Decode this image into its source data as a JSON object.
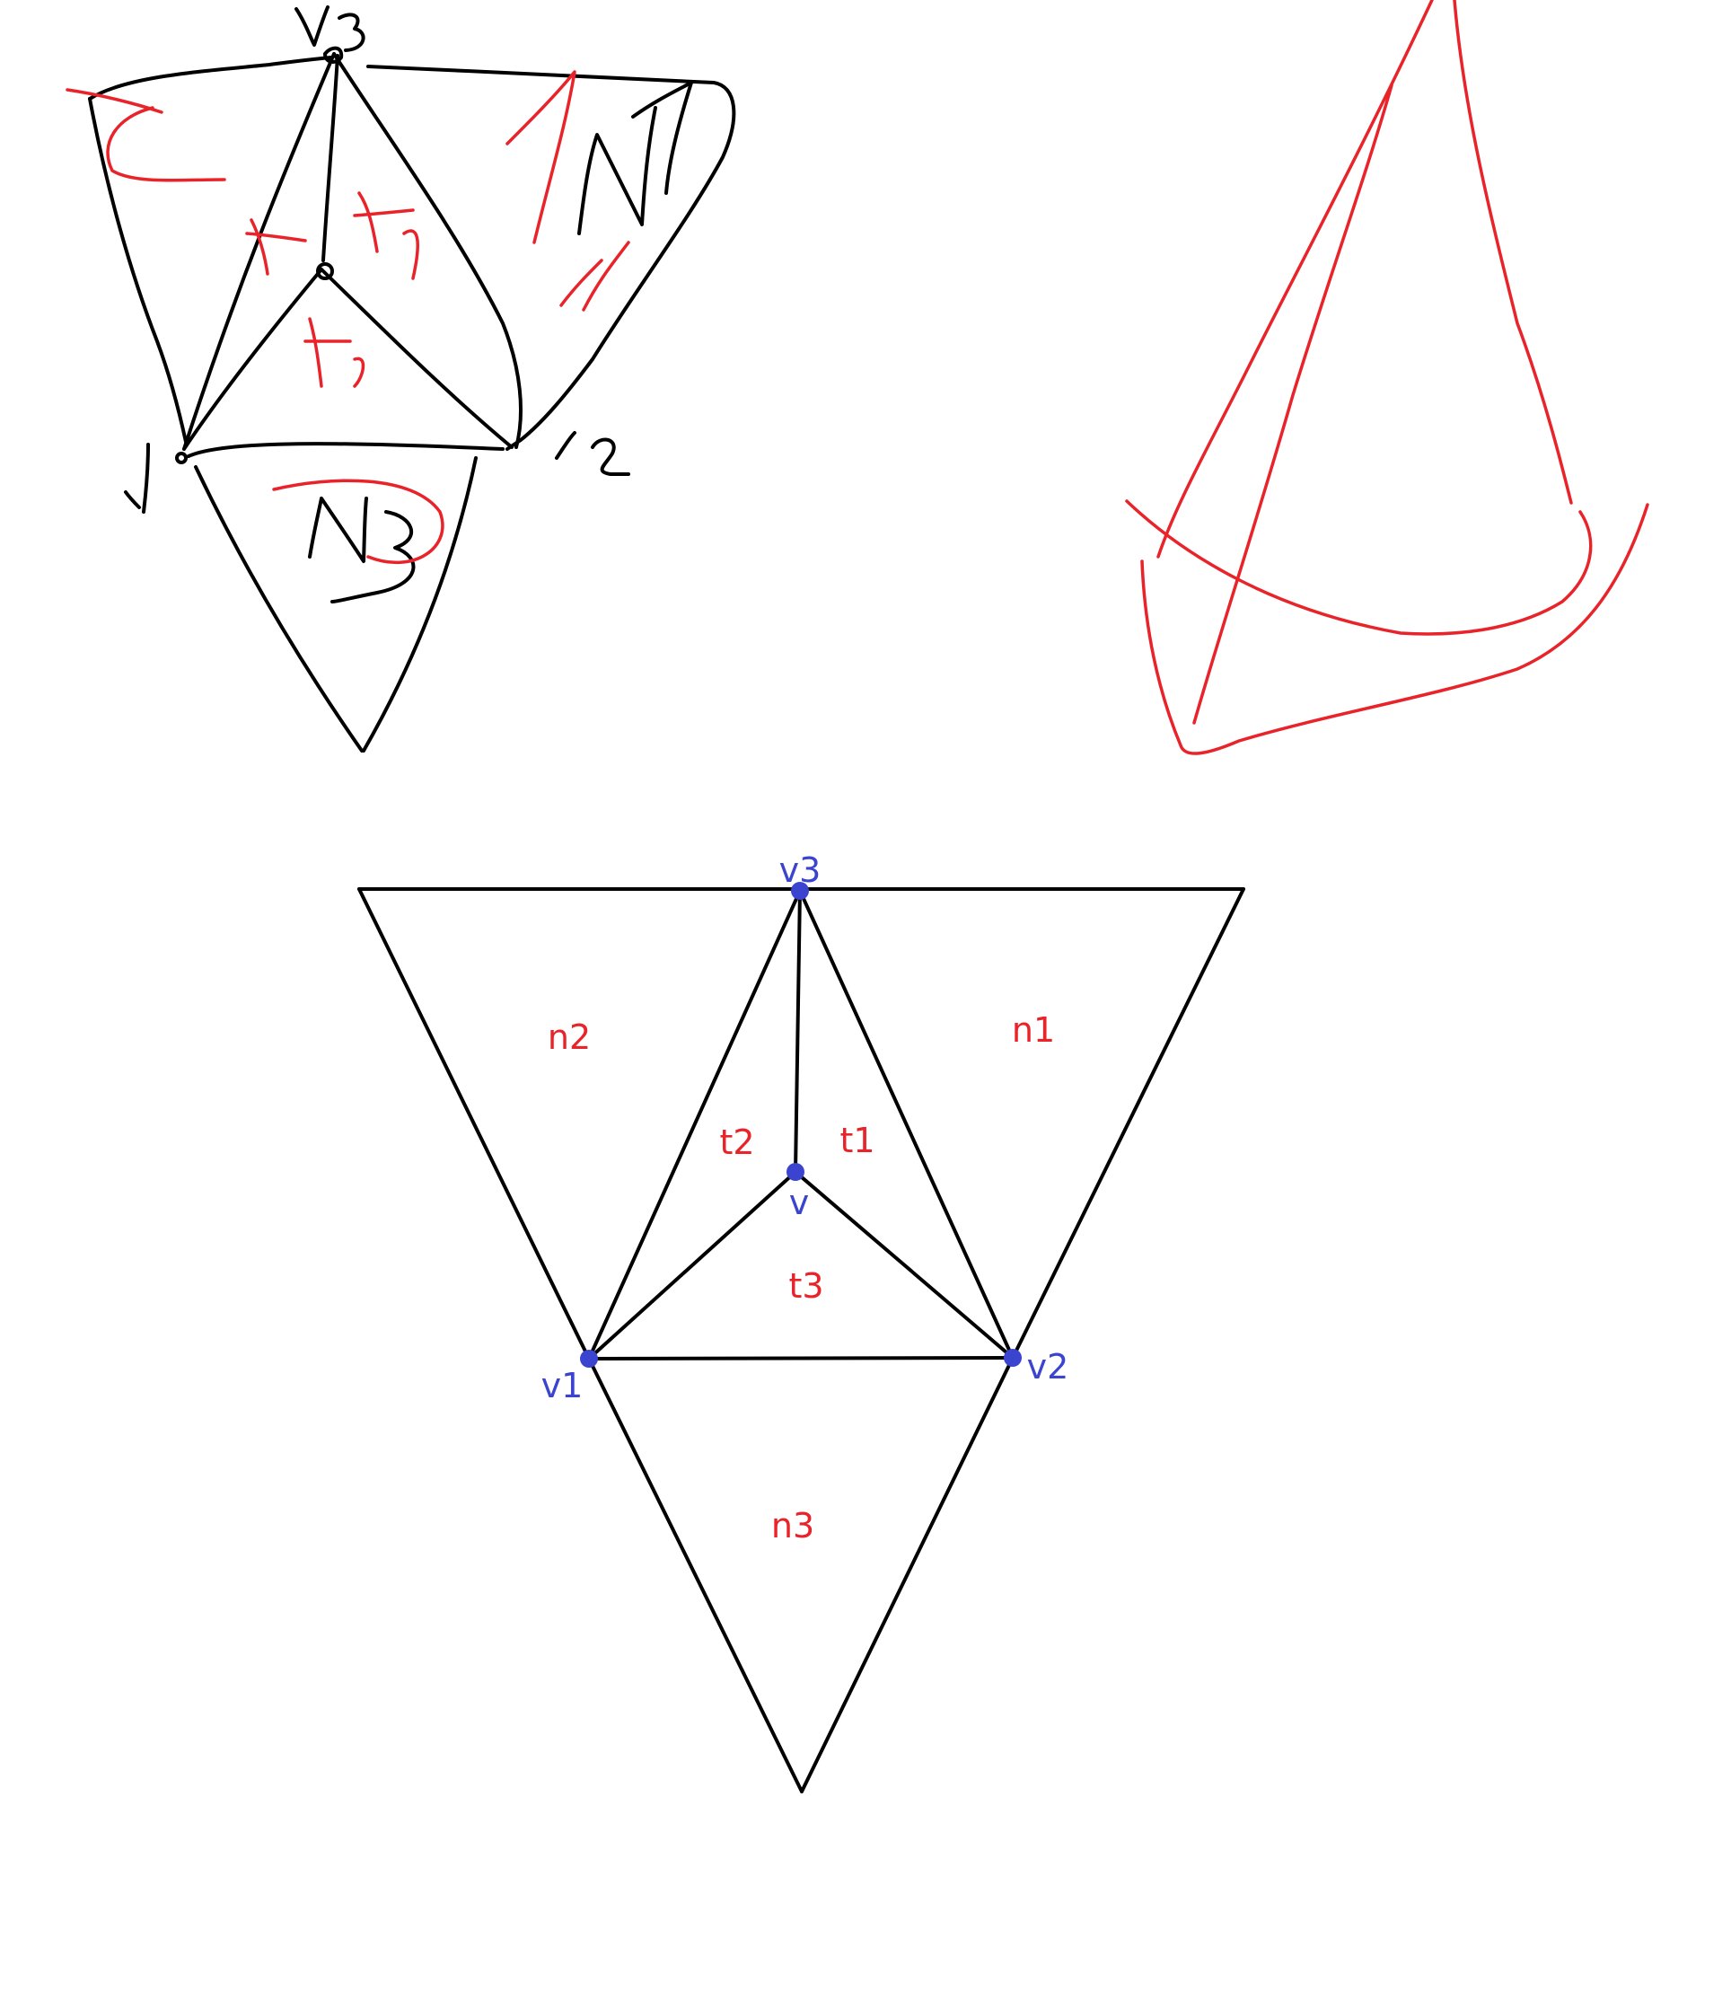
{
  "colors": {
    "edge": "#000000",
    "region_label": "#e8232a",
    "vertex": "#3b44cf",
    "sketch_red": "#e8232a",
    "background": "#ffffff"
  },
  "diagram": {
    "vertices": [
      {
        "id": "v3",
        "label": "v3"
      },
      {
        "id": "v",
        "label": "v"
      },
      {
        "id": "v1",
        "label": "v1"
      },
      {
        "id": "v2",
        "label": "v2"
      }
    ],
    "regions": [
      {
        "id": "n2",
        "label": "n2"
      },
      {
        "id": "n1",
        "label": "n1"
      },
      {
        "id": "t2",
        "label": "t2"
      },
      {
        "id": "t1",
        "label": "t1"
      },
      {
        "id": "t3",
        "label": "t3"
      },
      {
        "id": "n3",
        "label": "n3"
      }
    ],
    "edges": [
      [
        "outer_tl",
        "outer_tr"
      ],
      [
        "outer_tl",
        "v1"
      ],
      [
        "outer_tr",
        "v2"
      ],
      [
        "v3",
        "v1"
      ],
      [
        "v3",
        "v2"
      ],
      [
        "v3",
        "v"
      ],
      [
        "v",
        "v1"
      ],
      [
        "v",
        "v2"
      ],
      [
        "v1",
        "v2"
      ],
      [
        "v1",
        "bottom"
      ],
      [
        "v2",
        "bottom"
      ]
    ]
  }
}
